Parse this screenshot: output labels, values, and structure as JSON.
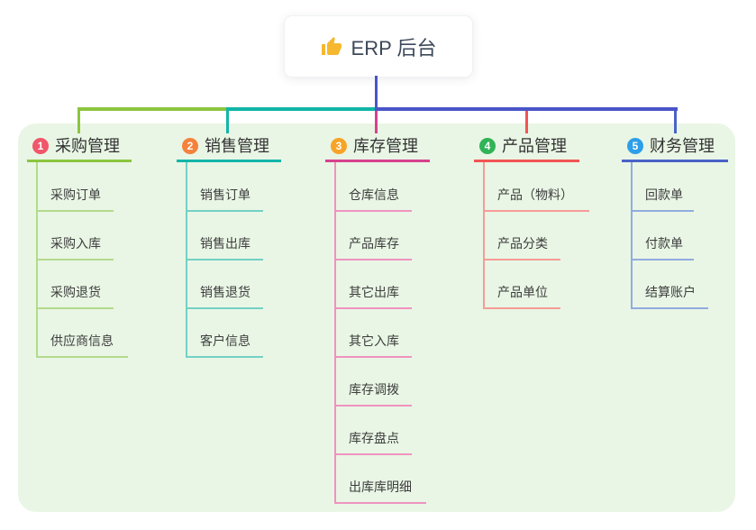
{
  "root": {
    "label": "ERP 后台",
    "icon": "thumbs-up-icon"
  },
  "panel_color": "#e9f6e5",
  "connector_colors": {
    "trunk": "#4a55c8",
    "bus_segments": [
      "#8bc53f",
      "#12b5a8",
      "#4a55c8"
    ]
  },
  "branches": [
    {
      "badge": "1",
      "badge_color": "#f1566b",
      "title": "采购管理",
      "line_color": "#8bc53f",
      "child_line_color": "#b3da8c",
      "children": [
        "采购订单",
        "采购入库",
        "采购退货",
        "供应商信息"
      ]
    },
    {
      "badge": "2",
      "badge_color": "#f5823c",
      "title": "销售管理",
      "line_color": "#12b5a8",
      "child_line_color": "#74d0c5",
      "children": [
        "销售订单",
        "销售出库",
        "销售退货",
        "客户信息"
      ]
    },
    {
      "badge": "3",
      "badge_color": "#f7a427",
      "title": "库存管理",
      "line_color": "#d7418d",
      "child_line_color": "#ef93bf",
      "children": [
        "仓库信息",
        "产品库存",
        "其它出库",
        "其它入库",
        "库存调拨",
        "库存盘点",
        "出库库明细"
      ]
    },
    {
      "badge": "4",
      "badge_color": "#30b457",
      "title": "产品管理",
      "line_color": "#f15453",
      "child_line_color": "#f79b97",
      "children": [
        "产品（物料）",
        "产品分类",
        "产品单位"
      ]
    },
    {
      "badge": "5",
      "badge_color": "#2d9fe8",
      "title": "财务管理",
      "line_color": "#4a62c8",
      "child_line_color": "#92abdf",
      "children": [
        "回款单",
        "付款单",
        "结算账户"
      ]
    }
  ]
}
